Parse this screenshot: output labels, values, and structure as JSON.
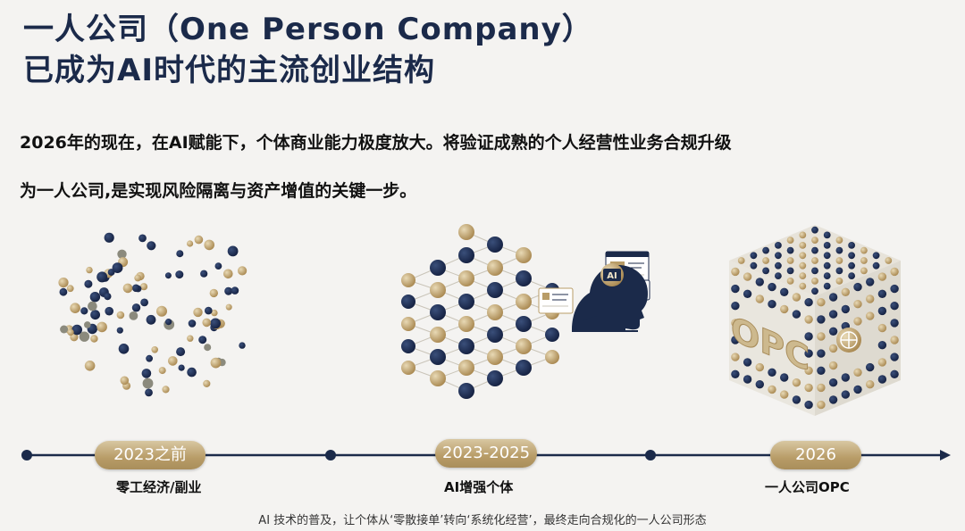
{
  "title": {
    "line1": "一人公司（One Person Company）",
    "line2": "已成为AI时代的主流创业结构"
  },
  "body": {
    "line1": "2026年的现在，在AI赋能下，个体商业能力极度放大。将验证成熟的个人经营性业务合规升级",
    "line2": "为一人公司,是实现风险隔离与资产增值的关键一步。"
  },
  "stages": [
    {
      "period": "2023之前",
      "label": "零工经济/副业"
    },
    {
      "period": "2023-2025",
      "label": "AI增强个体"
    },
    {
      "period": "2026",
      "label": "一人公司OPC"
    }
  ],
  "illustrations": {
    "ai_chip": "AI",
    "cube_text": "OPC"
  },
  "footer": "AI 技术的普及，让个体从‘零散接单’转向‘系统化经营’，最终走向合规化的一人公司形态",
  "colors": {
    "navy": "#1b2a4a",
    "gold": "#b89c67",
    "background": "#f4f3f1"
  }
}
